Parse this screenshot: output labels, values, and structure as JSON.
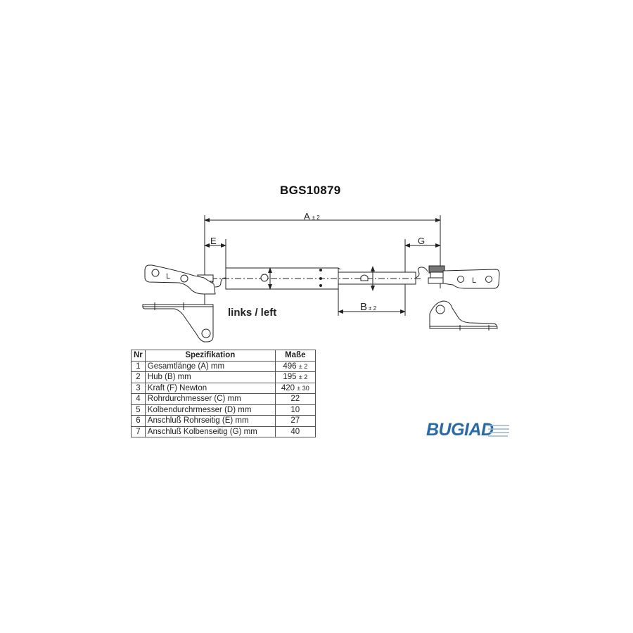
{
  "drawing": {
    "part_number": "BGS10879",
    "side_label": "links / left",
    "dimensions": {
      "A": {
        "label": "A",
        "tolerance": "± 2"
      },
      "B": {
        "label": "B",
        "tolerance": "± 2"
      },
      "E": {
        "label": "E"
      },
      "G": {
        "label": "G"
      }
    },
    "bracket_marks": {
      "left": "L",
      "right": "L"
    }
  },
  "spec_table": {
    "headers": {
      "nr": "Nr",
      "spec": "Spezifikation",
      "value": "Maße"
    },
    "rows": [
      {
        "nr": "1",
        "spec": "Gesamtlänge (A) mm",
        "value": "496",
        "tol": "± 2"
      },
      {
        "nr": "2",
        "spec": "Hub (B)  mm",
        "value": "195",
        "tol": "± 2"
      },
      {
        "nr": "3",
        "spec": "Kraft (F) Newton",
        "value": "420",
        "tol": "± 30"
      },
      {
        "nr": "4",
        "spec": "Rohrdurchmesser (C) mm",
        "value": "22",
        "tol": ""
      },
      {
        "nr": "5",
        "spec": "Kolbendurchrmesser (D) mm",
        "value": "10",
        "tol": ""
      },
      {
        "nr": "6",
        "spec": "Anschluß Rohrseitig (E) mm",
        "value": "27",
        "tol": ""
      },
      {
        "nr": "7",
        "spec": "Anschluß Kolbenseitig (G) mm",
        "value": "40",
        "tol": ""
      }
    ]
  },
  "brand": {
    "logo_text": "BUGIAD",
    "color": "#2b6aa8"
  }
}
